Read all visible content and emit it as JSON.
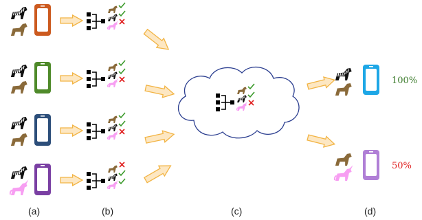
{
  "rows": [
    {
      "phone_color": "#cc5a1f",
      "animals": [
        "zebra",
        "horse"
      ],
      "checks": [
        "ok",
        "ok",
        "bad"
      ]
    },
    {
      "phone_color": "#4f8a2a",
      "animals": [
        "zebra",
        "horse"
      ],
      "checks": [
        "ok",
        "ok",
        "bad"
      ]
    },
    {
      "phone_color": "#2c4e7a",
      "animals": [
        "zebra",
        "horse"
      ],
      "checks": [
        "ok",
        "ok",
        "bad"
      ]
    },
    {
      "phone_color": "#7a3fa3",
      "animals": [
        "zebra",
        "unicorn"
      ],
      "checks": [
        "bad",
        "ok",
        "ok"
      ]
    }
  ],
  "center_model": {
    "checks": [
      "ok",
      "ok",
      "bad"
    ]
  },
  "result_rows": [
    {
      "phone_color": "#1ea7e6",
      "animals": [
        "zebra",
        "horse"
      ],
      "percent_label": "100%",
      "percent_color": "#3a7a2a"
    },
    {
      "phone_color": "#b07fd6",
      "animals": [
        "horse",
        "unicorn"
      ],
      "percent_label": "50%",
      "percent_color": "#e02020"
    }
  ],
  "captions": {
    "a": "(a)",
    "b": "(b)",
    "c": "(c)",
    "d": "(d)"
  },
  "colors": {
    "arrow_fill": "#fde7c2",
    "arrow_stroke": "#f2b444",
    "cloud_stroke": "#2a3d8f",
    "horse": "#8a6a3a",
    "zebra": "#111111",
    "unicorn": "#f79ef2",
    "check": "#3a9a2a",
    "cross": "#e02020"
  }
}
